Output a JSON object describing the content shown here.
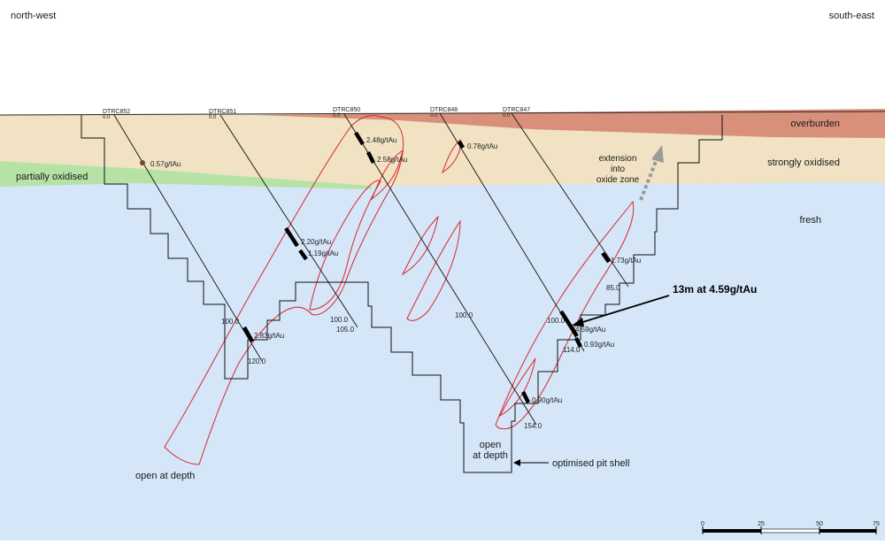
{
  "directions": {
    "left": "north-west",
    "right": "south-east"
  },
  "zones": {
    "overburden": "overburden",
    "strongly_oxidised": "strongly oxidised",
    "partially_oxidised": "partially oxidised",
    "fresh": "fresh"
  },
  "colors": {
    "overburden": "#d9907a",
    "strongly_oxidised": "#f0e2c2",
    "partially_oxidised": "#b6e2a6",
    "fresh": "#d4e6f8",
    "ore_outline": "#d9282f"
  },
  "holes": [
    {
      "id": "DTRC852",
      "collar": "0.0"
    },
    {
      "id": "DTRC851",
      "collar": "0.0"
    },
    {
      "id": "DTRC850",
      "collar": "0.0"
    },
    {
      "id": "DTRC848",
      "collar": "0.0"
    },
    {
      "id": "DTRC847",
      "collar": "0.0"
    }
  ],
  "intercepts": [
    "0.57g/tAu",
    "2.20g/tAu",
    "1.19g/tAu",
    "2.83g/tAu",
    "2.48g/tAu",
    "2.58g/tAu",
    "0.78g/tAu",
    "1.73g/tAu",
    "4.59g/tAu",
    "0.93g/tAu",
    "0.90g/tAu"
  ],
  "depths": [
    "100.0",
    "120.0",
    "100.0",
    "105.0",
    "100.0",
    "85.0",
    "100.0",
    "114.0",
    "154.0"
  ],
  "annotations": {
    "highlight": "13m at 4.59g/tAu",
    "extension_1": "extension",
    "extension_2": "into",
    "extension_3": "oxide zone",
    "open_depth_left": "open at depth",
    "open_1": "open",
    "open_2": "at depth",
    "pit_shell": "optimised pit shell"
  },
  "scale": {
    "ticks": [
      "0",
      "25",
      "50",
      "75"
    ]
  }
}
